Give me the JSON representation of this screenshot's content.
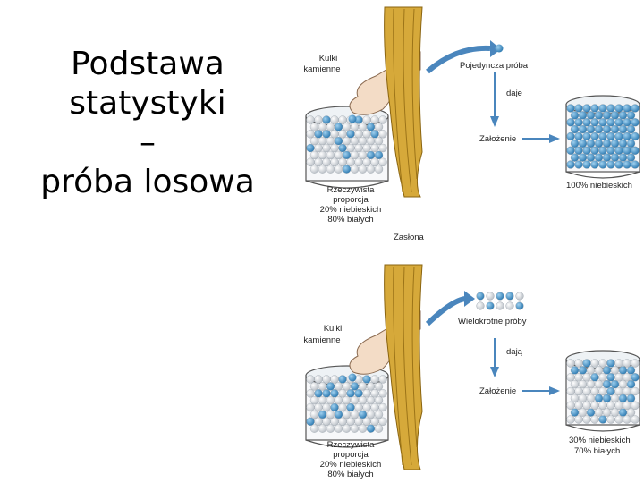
{
  "title": {
    "line1": "Podstawa",
    "line2": "statystyki",
    "line3": "–",
    "line4": "próba losowa"
  },
  "top_panel": {
    "balls_label_1": "Kulki",
    "balls_label_2": "kamienne",
    "sample_label": "Pojedyncza próba",
    "gives_label": "daje",
    "assumption_label": "Założenie",
    "result_label": "100% niebieskich",
    "actual_1": "Rzeczywista",
    "actual_2": "proporcja",
    "actual_3": "20% niebieskich",
    "actual_4": "80% białych",
    "curtain_label": "Zasłona"
  },
  "bottom_panel": {
    "balls_label_1": "Kulki",
    "balls_label_2": "kamienne",
    "sample_label": "Wielokrotne próby",
    "gives_label": "dają",
    "assumption_label": "Założenie",
    "result_1": "30% niebieskich",
    "result_2": "70% białych",
    "actual_1": "Rzeczywista",
    "actual_2": "proporcja",
    "actual_3": "20% niebieskich",
    "actual_4": "80% białych"
  },
  "colors": {
    "blue": "#3f8fc4",
    "white_ball": "#f0f0f0",
    "curtain": "#d6a93a",
    "arrow": "#4a86bd"
  }
}
